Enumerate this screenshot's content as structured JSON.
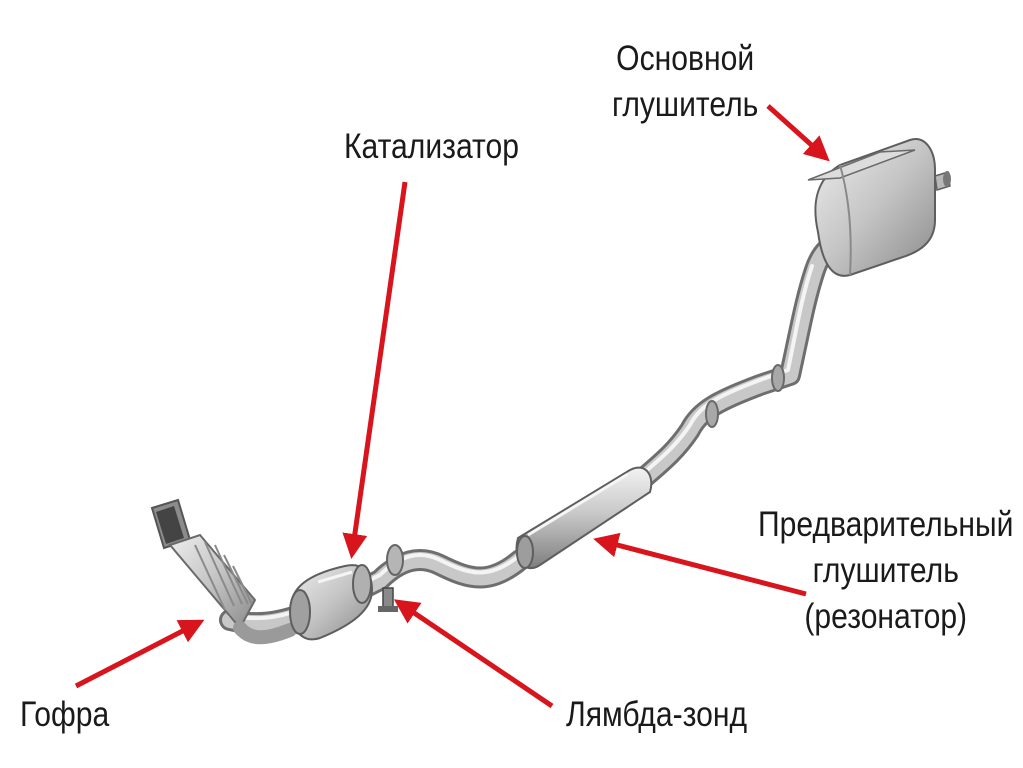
{
  "colors": {
    "arrow": "#d8141c",
    "text": "#1a1a1a",
    "metal_light": "#e6e6e6",
    "metal_mid": "#b8b8b8",
    "metal_dark": "#7a7a7a"
  },
  "labels": {
    "main_muffler": [
      "Основной",
      "глушитель"
    ],
    "catalyst": "Катализатор",
    "pre_muffler": [
      "Предварительный",
      "глушитель",
      "(резонатор)"
    ],
    "lambda_probe": "Лямбда-зонд",
    "flex_pipe": "Гофра"
  }
}
